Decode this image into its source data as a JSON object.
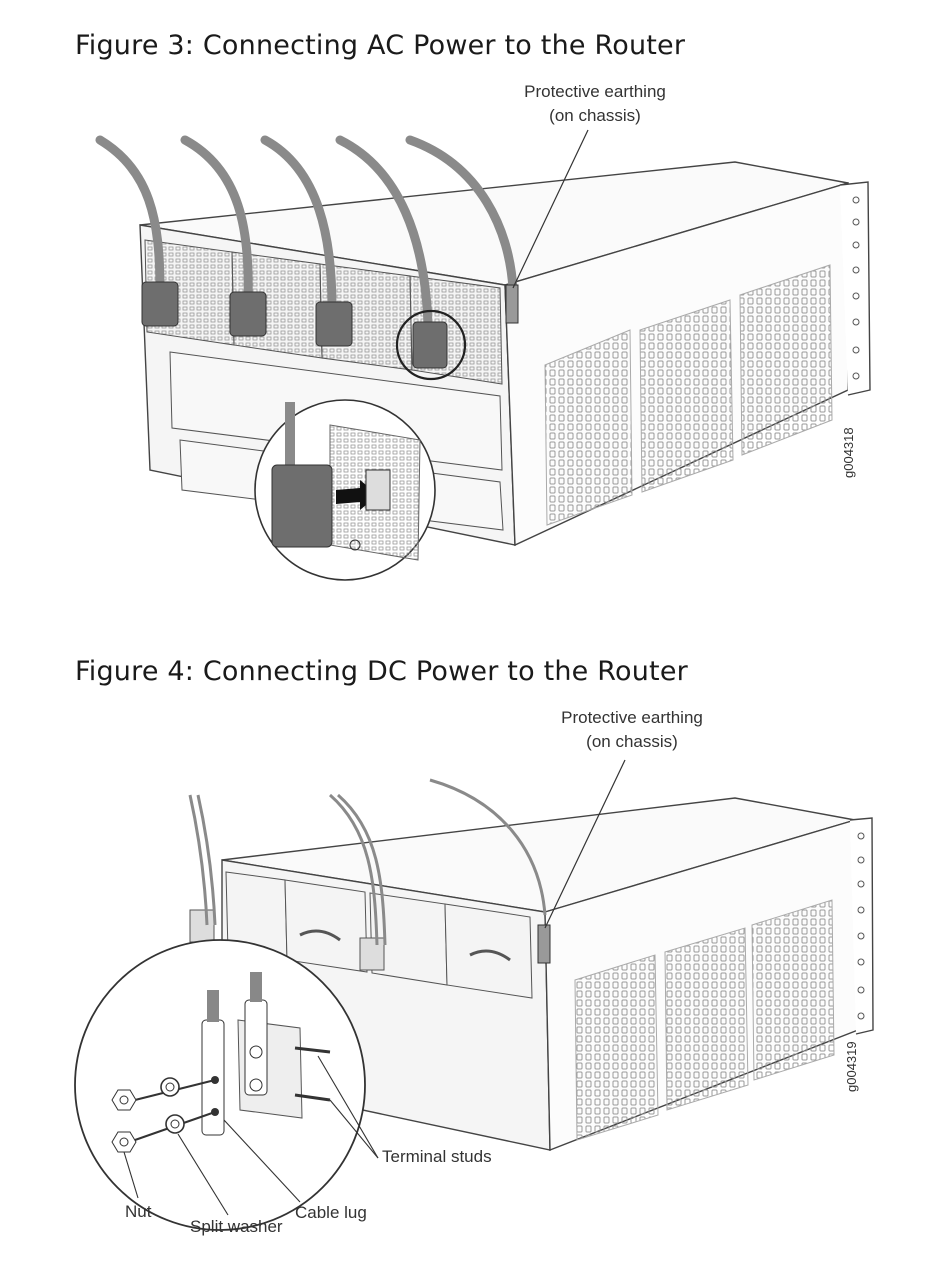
{
  "figures": [
    {
      "title": "Figure 3: Connecting AC Power to the Router",
      "callouts": {
        "earthing_line1": "Protective earthing",
        "earthing_line2": "(on chassis)"
      },
      "graphic_id": "g004318"
    },
    {
      "title": "Figure 4: Connecting DC Power to the Router",
      "callouts": {
        "earthing_line1": "Protective earthing",
        "earthing_line2": "(on chassis)",
        "terminal_studs": "Terminal studs",
        "nut": "Nut",
        "split_washer": "Split washer",
        "cable_lug": "Cable lug"
      },
      "graphic_id": "g004319"
    }
  ],
  "colors": {
    "line": "#444444",
    "cable": "#8a8a8a",
    "plug": "#6e6e6e",
    "vent": "#999999"
  }
}
